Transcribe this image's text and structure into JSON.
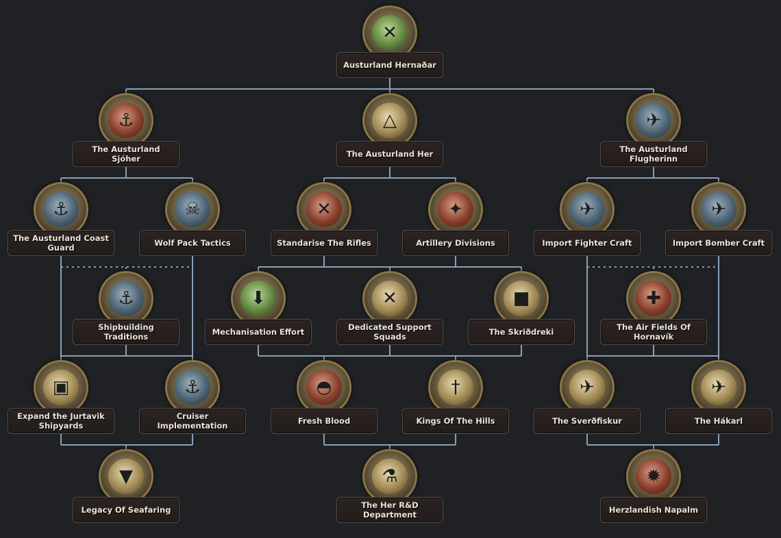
{
  "focuses": [
    {
      "id": "hernadar",
      "label": "Austurland Hernaðar",
      "icon": "crossed-rifles-icon",
      "glyph": "✕",
      "tone": "green"
    },
    {
      "id": "sjoher",
      "label": "The Austurland Sjóher",
      "icon": "naval-cap-icon",
      "glyph": "⚓",
      "tone": "red"
    },
    {
      "id": "her",
      "label": "The Austurland Her",
      "icon": "compass-triangle-icon",
      "glyph": "△",
      "tone": "gold"
    },
    {
      "id": "flugherinn",
      "label": "The Austurland Flugherinn",
      "icon": "fighter-plane-icon",
      "glyph": "✈",
      "tone": "blue"
    },
    {
      "id": "coastguard",
      "label": "The Austurland Coast Guard",
      "icon": "anchor-ship-icon",
      "glyph": "⚓",
      "tone": "blue"
    },
    {
      "id": "wolfpack",
      "label": "Wolf Pack Tactics",
      "icon": "skull-submarine-icon",
      "glyph": "☠",
      "tone": "blue"
    },
    {
      "id": "rifles",
      "label": "Standarise The Rifles",
      "icon": "rifles-icon",
      "glyph": "✕",
      "tone": "red"
    },
    {
      "id": "artillery",
      "label": "Artillery Divisions",
      "icon": "artillery-gun-icon",
      "glyph": "✦",
      "tone": "red"
    },
    {
      "id": "fighter",
      "label": "Import Fighter Craft",
      "icon": "fighter-plane-icon",
      "glyph": "✈",
      "tone": "blue"
    },
    {
      "id": "bomber",
      "label": "Import Bomber Craft",
      "icon": "bomber-plane-icon",
      "glyph": "✈",
      "tone": "blue"
    },
    {
      "id": "shipbuilding",
      "label": "Shipbuilding Traditions",
      "icon": "ship-blueprint-icon",
      "glyph": "⚓",
      "tone": "blue"
    },
    {
      "id": "mechanisation",
      "label": "Mechanisation Effort",
      "icon": "green-arrow-icon",
      "glyph": "⬇",
      "tone": "green"
    },
    {
      "id": "support",
      "label": "Dedicated Support Squads",
      "icon": "crossed-shovels-icon",
      "glyph": "✕",
      "tone": "gold"
    },
    {
      "id": "skridreki",
      "label": "The Skriðdreki",
      "icon": "tank-icon",
      "glyph": "■",
      "tone": "gold"
    },
    {
      "id": "airfields",
      "label": "The Air Fields Of Hornavík",
      "icon": "winged-propeller-icon",
      "glyph": "✚",
      "tone": "red"
    },
    {
      "id": "jurtavik",
      "label": "Expand the Jurtavik Shipyards",
      "icon": "crane-crate-icon",
      "glyph": "▣",
      "tone": "gold"
    },
    {
      "id": "cruiser",
      "label": "Cruiser Implementation",
      "icon": "cruiser-ship-icon",
      "glyph": "⚓",
      "tone": "blue"
    },
    {
      "id": "freshblood",
      "label": "Fresh Blood",
      "icon": "helmet-icon",
      "glyph": "◓",
      "tone": "red"
    },
    {
      "id": "kings",
      "label": "Kings Of The Hills",
      "icon": "sword-laurel-icon",
      "glyph": "†",
      "tone": "gold"
    },
    {
      "id": "sverdfiskur",
      "label": "The Sverðfiskur",
      "icon": "fighter-plane-icon",
      "glyph": "✈",
      "tone": "gold"
    },
    {
      "id": "hakarl",
      "label": "The Hákarl",
      "icon": "bomber-plane-icon",
      "glyph": "✈",
      "tone": "gold"
    },
    {
      "id": "seafaring",
      "label": "Legacy Of Seafaring",
      "icon": "wolf-head-icon",
      "glyph": "▼",
      "tone": "gold"
    },
    {
      "id": "rnd",
      "label": "The Her R&D Department",
      "icon": "flask-icon",
      "glyph": "⚗",
      "tone": "gold"
    },
    {
      "id": "napalm",
      "label": "Herzlandish Napalm",
      "icon": "napalm-fire-icon",
      "glyph": "✹",
      "tone": "red"
    }
  ],
  "colors": {
    "line": "#8aa0b8",
    "background": "#1f2124",
    "label_bg": "#2a2220",
    "label_text": "#ece4d8"
  }
}
